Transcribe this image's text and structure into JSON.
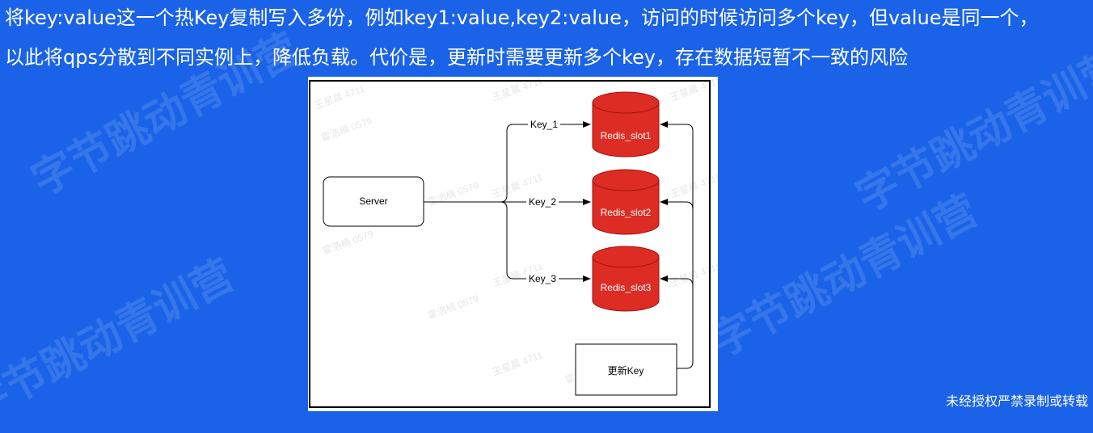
{
  "description": {
    "line1": "将key:value这一个热Key复制写入多份，例如key1:value,key2:value，访问的时候访问多个key，但value是同一个，",
    "line2": "以此将qps分散到不同实例上，降低负载。代价是，更新时需要更新多个key，存在数据短暂不一致的风险"
  },
  "diagram": {
    "server_label": "Server",
    "update_label": "更新Key",
    "edges": [
      "Key_1",
      "Key_2",
      "Key_3"
    ],
    "slots": [
      "Redis_slot1",
      "Redis_slot2",
      "Redis_slot3"
    ],
    "colors": {
      "cylinder_fill": "#dd2c24",
      "cylinder_stroke": "#a3100c",
      "frame": "#000000",
      "arrow": "#000000"
    }
  },
  "watermarks": {
    "brand": "字节跳动青训营",
    "names": [
      "王星晨 4711",
      "霍浩楠 0579"
    ]
  },
  "footer_note": "未经授权严禁录制或转载"
}
